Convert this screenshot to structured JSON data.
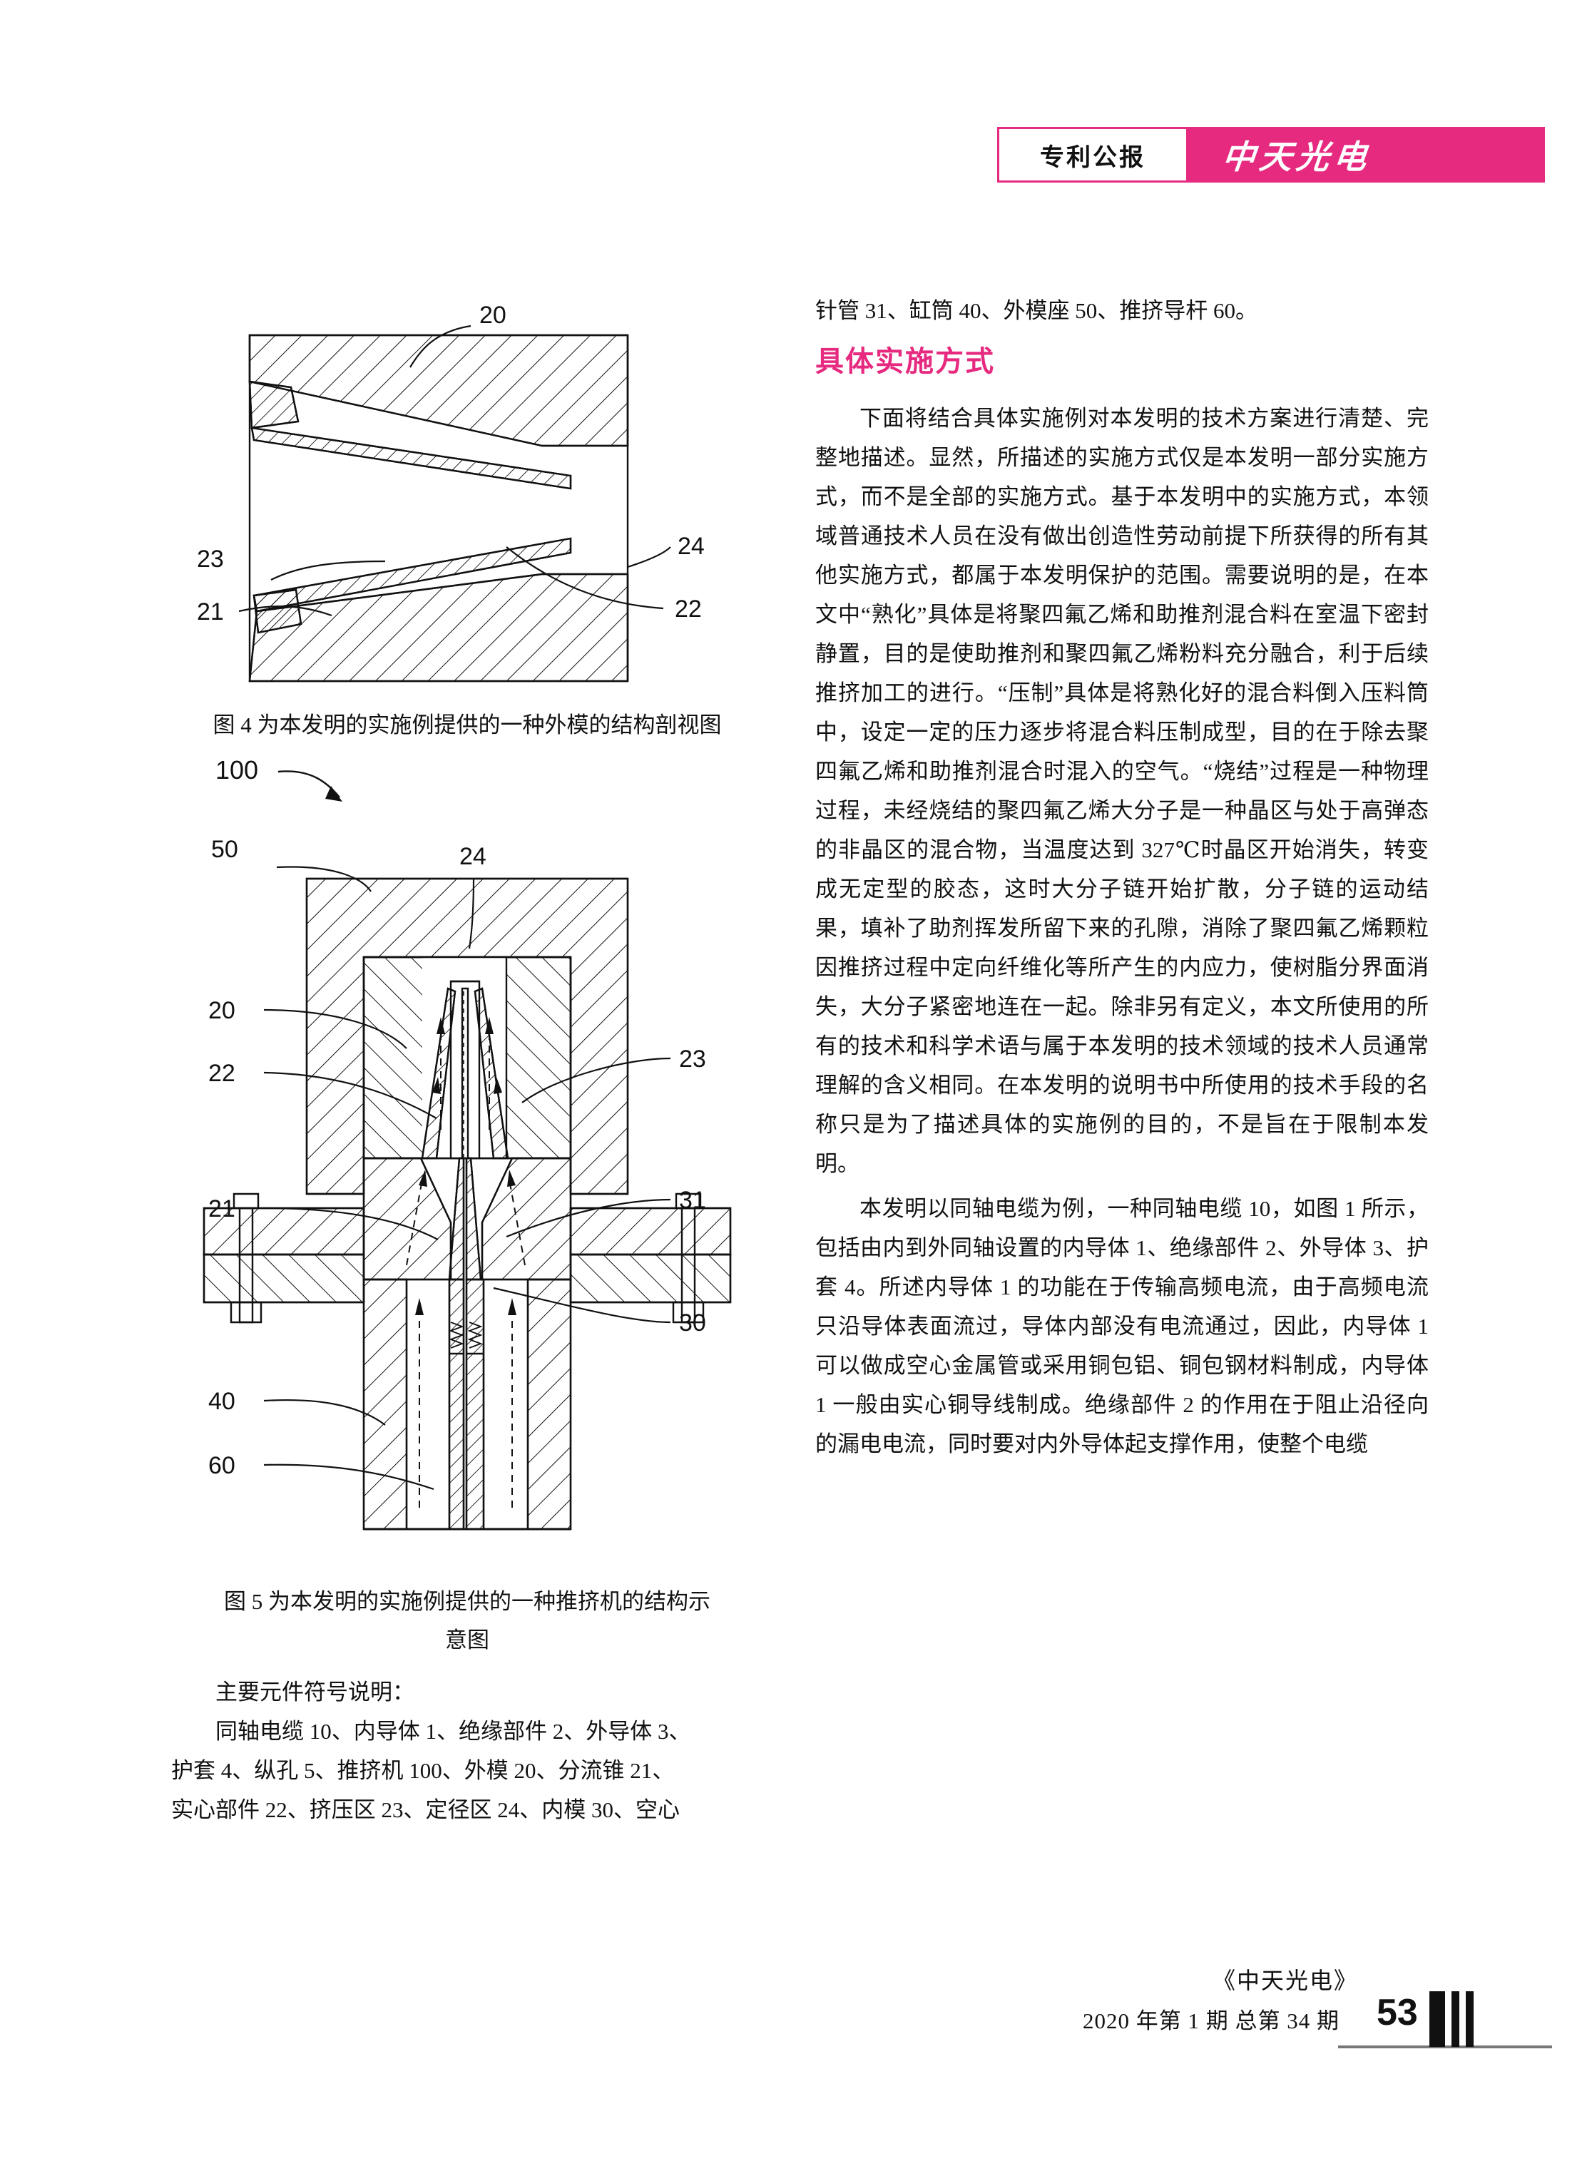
{
  "header": {
    "tag_label": "专利公报",
    "brand_label": "中天光电",
    "brand_color": "#e62a7f"
  },
  "left_column": {
    "figure4": {
      "caption": "图 4 为本发明的实施例提供的一种外模的结构剖视图",
      "callouts": [
        "20",
        "23",
        "24",
        "21",
        "22"
      ],
      "pointer_label": "100"
    },
    "figure5": {
      "caption_line1": "图 5 为本发明的实施例提供的一种推挤机的结构示",
      "caption_line2": "意图",
      "callouts": [
        "50",
        "24",
        "20",
        "22",
        "23",
        "21",
        "31",
        "30",
        "40",
        "60"
      ]
    },
    "symbols_heading": "主要元件符号说明：",
    "symbols_lines": [
      "同轴电缆 10、内导体 1、绝缘部件 2、外导体 3、",
      "护套 4、纵孔 5、推挤机 100、外模 20、分流锥 21、",
      "实心部件 22、挤压区 23、定径区 24、内模 30、空心"
    ]
  },
  "right_column": {
    "continuation_line": "针管 31、缸筒 40、外模座 50、推挤导杆 60。",
    "section_heading": "具体实施方式",
    "paragraph1": "下面将结合具体实施例对本发明的技术方案进行清楚、完整地描述。显然，所描述的实施方式仅是本发明一部分实施方式，而不是全部的实施方式。基于本发明中的实施方式，本领域普通技术人员在没有做出创造性劳动前提下所获得的所有其他实施方式，都属于本发明保护的范围。需要说明的是，在本文中“熟化”具体是将聚四氟乙烯和助推剂混合料在室温下密封静置，目的是使助推剂和聚四氟乙烯粉料充分融合，利于后续推挤加工的进行。“压制”具体是将熟化好的混合料倒入压料筒中，设定一定的压力逐步将混合料压制成型，目的在于除去聚四氟乙烯和助推剂混合时混入的空气。“烧结”过程是一种物理过程，未经烧结的聚四氟乙烯大分子是一种晶区与处于高弹态的非晶区的混合物，当温度达到 327℃时晶区开始消失，转变成无定型的胶态，这时大分子链开始扩散，分子链的运动结果，填补了助剂挥发所留下来的孔隙，消除了聚四氟乙烯颗粒因推挤过程中定向纤维化等所产生的内应力，使树脂分界面消失，大分子紧密地连在一起。除非另有定义，本文所使用的所有的技术和科学术语与属于本发明的技术领域的技术人员通常理解的含义相同。在本发明的说明书中所使用的技术手段的名称只是为了描述具体的实施例的目的，不是旨在于限制本发明。",
    "paragraph2": "本发明以同轴电缆为例，一种同轴电缆 10，如图 1 所示，包括由内到外同轴设置的内导体 1、绝缘部件 2、外导体 3、护套 4。所述内导体 1 的功能在于传输高频电流，由于高频电流只沿导体表面流过，导体内部没有电流通过，因此，内导体 1 可以做成空心金属管或采用铜包铝、铜包钢材料制成，内导体 1 一般由实心铜导线制成。绝缘部件 2 的作用在于阻止沿径向的漏电电流，同时要对内外导体起支撑作用，使整个电缆"
  },
  "footer": {
    "journal_name": "《中天光电》",
    "issue_line": "2020 年第 1 期 总第 34 期",
    "page_number": "53"
  }
}
